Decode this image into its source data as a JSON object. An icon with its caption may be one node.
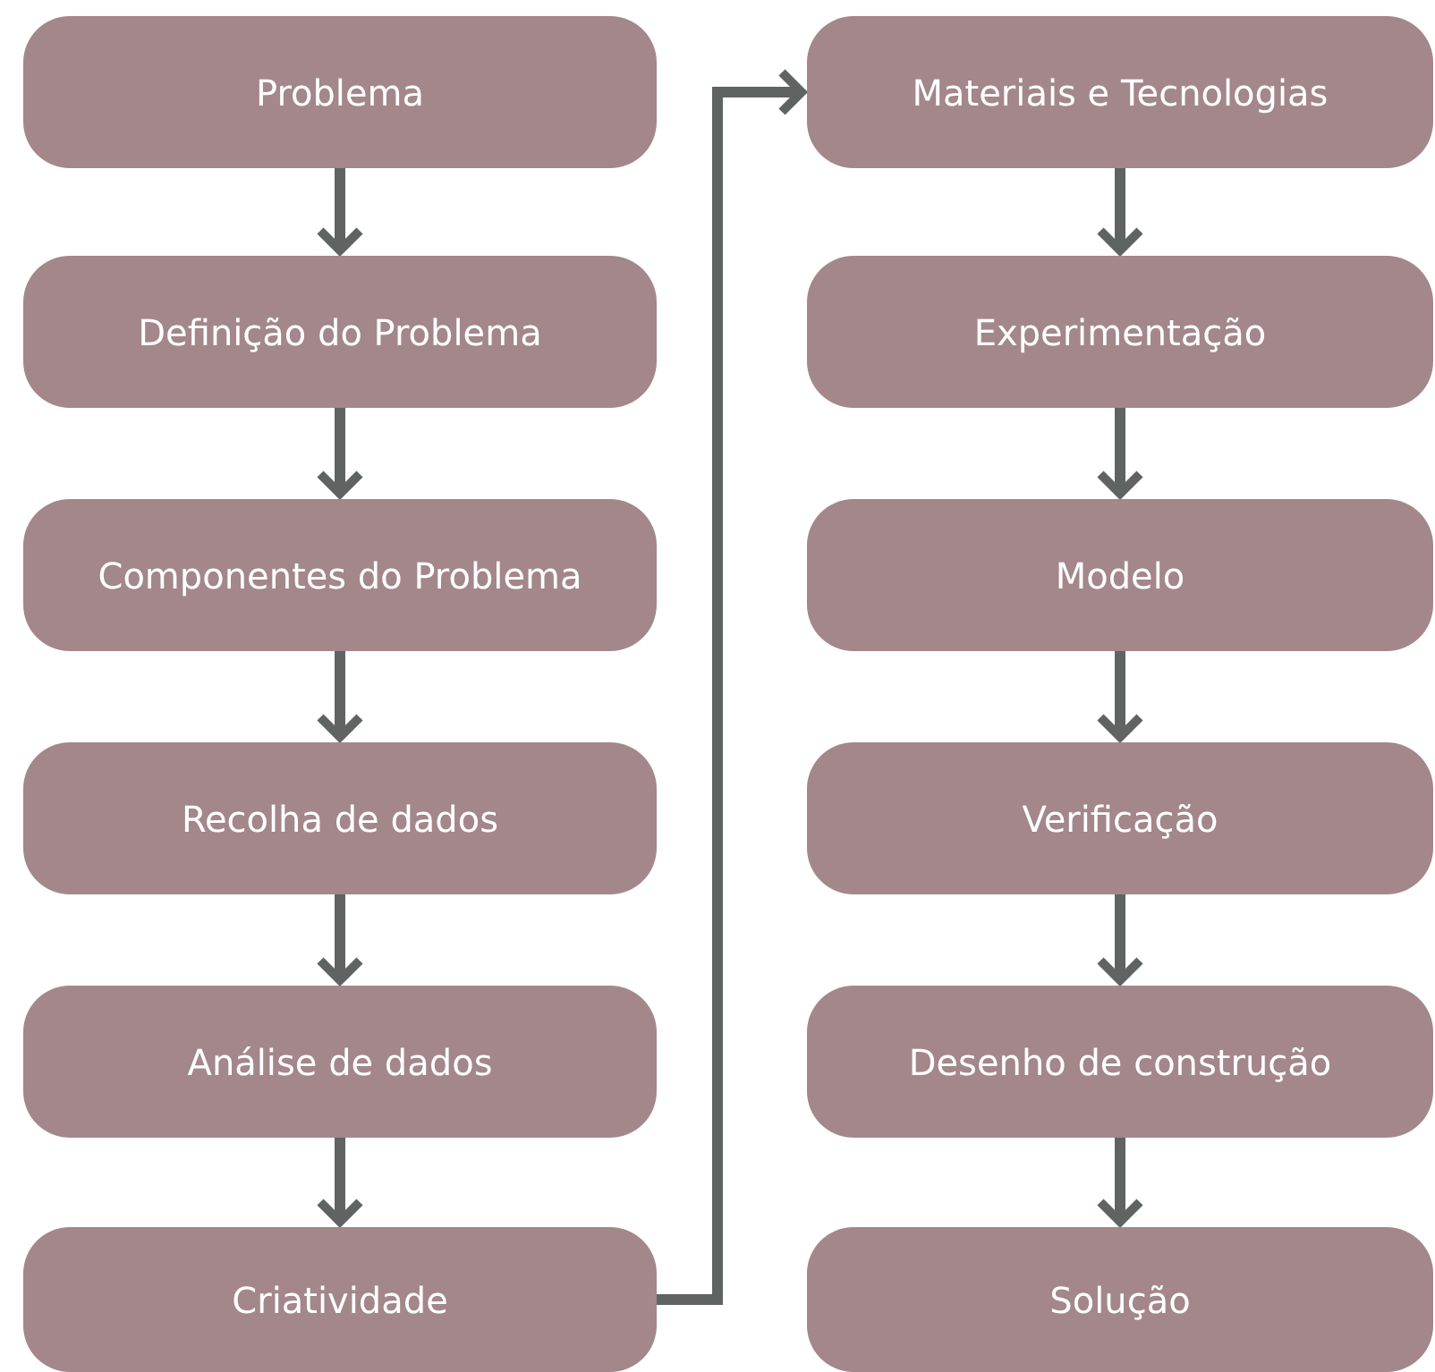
{
  "diagram": {
    "nodes": [
      {
        "text": [
          "Problema"
        ]
      },
      {
        "text": [
          "Definição do Problema"
        ]
      },
      {
        "text": [
          "Componentes do Problema"
        ]
      },
      {
        "text": [
          "Recolha de dados"
        ]
      },
      {
        "text": [
          "Análise de dados"
        ]
      },
      {
        "text": [
          "Criatividade"
        ]
      },
      {
        "text": [
          "Materiais e Tecnologias"
        ]
      },
      {
        "text": [
          "Experimentação"
        ]
      },
      {
        "text": [
          "Modelo"
        ]
      },
      {
        "text": [
          "Verificação"
        ]
      },
      {
        "text": [
          "Desenho de construção"
        ]
      },
      {
        "text": [
          "Solução"
        ]
      }
    ],
    "edges": [
      {
        "from": 0,
        "to": 1,
        "arrow": "to"
      },
      {
        "from": 1,
        "to": 2,
        "arrow": "to"
      },
      {
        "from": 2,
        "to": 3,
        "arrow": "to"
      },
      {
        "from": 3,
        "to": 4,
        "arrow": "to"
      },
      {
        "from": 4,
        "to": 5,
        "arrow": "to"
      },
      {
        "from": 5,
        "to": 6,
        "arrow": "to"
      },
      {
        "from": 6,
        "to": 7,
        "arrow": "to"
      },
      {
        "from": 7,
        "to": 8,
        "arrow": "to"
      },
      {
        "from": 8,
        "to": 9,
        "arrow": "to"
      },
      {
        "from": 9,
        "to": 10,
        "arrow": "to"
      },
      {
        "from": 10,
        "to": 11,
        "arrow": "to"
      }
    ]
  }
}
